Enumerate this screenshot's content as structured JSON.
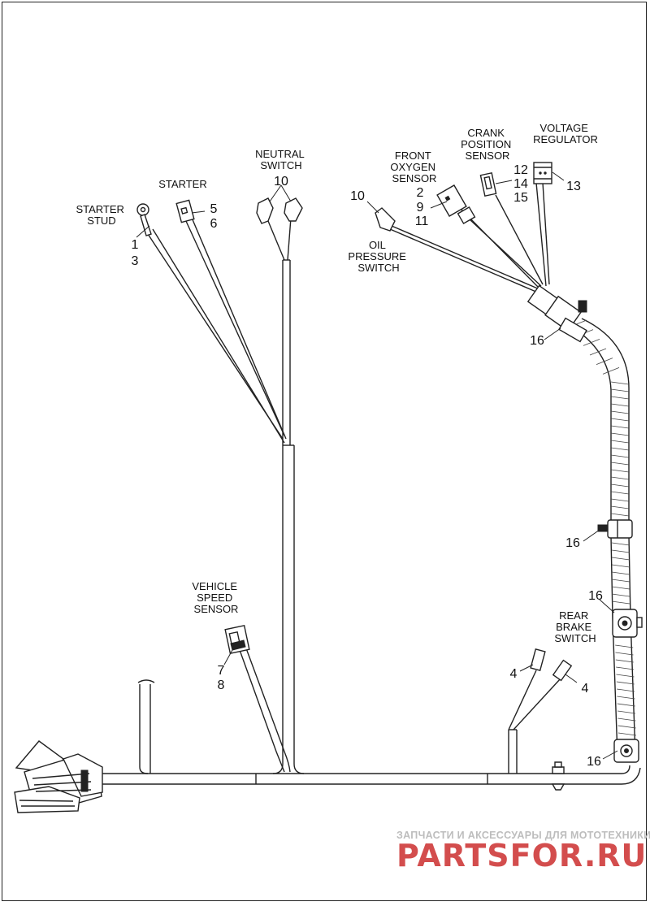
{
  "labels": {
    "starter_stud": [
      "STARTER",
      "STUD"
    ],
    "starter": [
      "STARTER"
    ],
    "neutral_switch": [
      "NEUTRAL",
      "SWITCH"
    ],
    "front_oxygen_sensor": [
      "FRONT",
      "OXYGEN",
      "SENSOR"
    ],
    "crank_position_sensor": [
      "CRANK",
      "POSITION",
      "SENSOR"
    ],
    "voltage_regulator": [
      "VOLTAGE",
      "REGULATOR"
    ],
    "oil_pressure_switch": [
      "OIL",
      "PRESSURE",
      "SWITCH"
    ],
    "vehicle_speed_sensor": [
      "VEHICLE",
      "SPEED",
      "SENSOR"
    ],
    "rear_brake_switch": [
      "REAR",
      "BRAKE",
      "SWITCH"
    ]
  },
  "callouts": {
    "c1": "1",
    "c3": "3",
    "c5": "5",
    "c6": "6",
    "c10a": "10",
    "c10b": "10",
    "c2": "2",
    "c9": "9",
    "c11": "11",
    "c12": "12",
    "c14": "14",
    "c15": "15",
    "c13": "13",
    "c16a": "16",
    "c16b": "16",
    "c16c": "16",
    "c16d": "16",
    "c7": "7",
    "c8": "8",
    "c4a": "4",
    "c4b": "4"
  },
  "watermark": {
    "top": "ЗАПЧАСТИ И АКСЕССУАРЫ ДЛЯ МОТОТЕХНИКИ",
    "main": "PARTSFOR.RU"
  }
}
